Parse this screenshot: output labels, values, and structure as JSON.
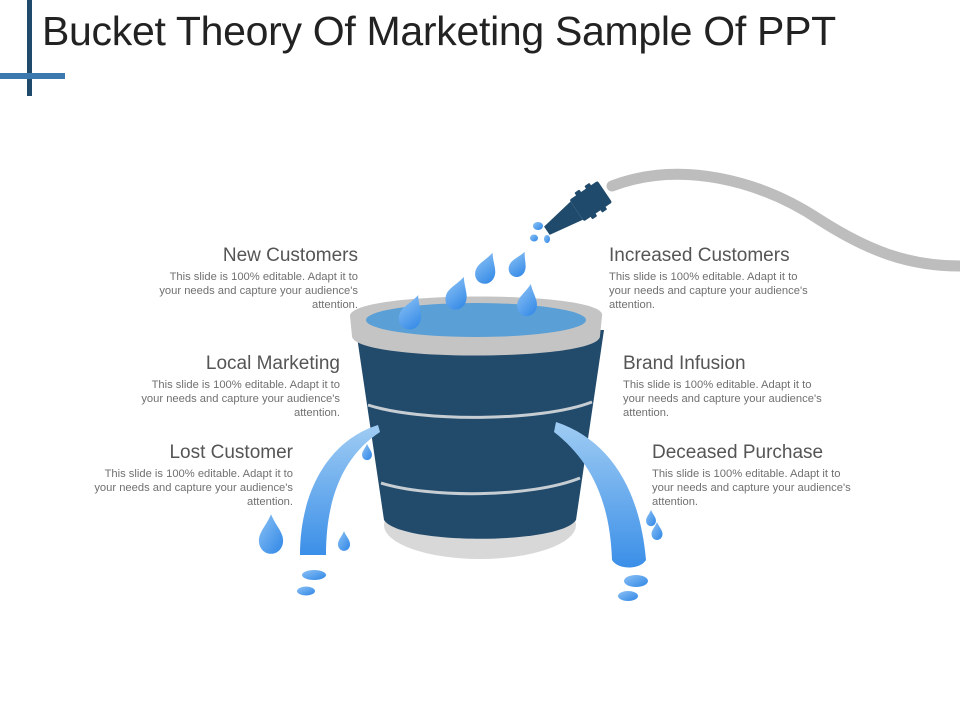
{
  "slide": {
    "title": "Bucket Theory Of Marketing Sample Of PPT"
  },
  "colors": {
    "bucket_body": "#224a6b",
    "bucket_rim": "#c4c4c4",
    "water_surface": "#5a9fd6",
    "droplet": "#4a96e8",
    "hose": "#bdbdbd",
    "nozzle": "#1f4a6b",
    "accent_line_dark": "#1f4a6b",
    "accent_line_light": "#3a78ad",
    "heading_text": "#555555",
    "body_text": "#707070"
  },
  "items": [
    {
      "id": "new-customers",
      "heading": "New Customers",
      "description": "This slide is 100% editable. Adapt it to your needs and capture your audience's attention."
    },
    {
      "id": "local-marketing",
      "heading": "Local Marketing",
      "description": "This slide is 100% editable. Adapt it to your needs and capture your audience's attention."
    },
    {
      "id": "lost-customer",
      "heading": "Lost Customer",
      "description": "This slide is 100% editable. Adapt it to your needs and capture your audience's attention."
    },
    {
      "id": "increased-customers",
      "heading": "Increased Customers",
      "description": "This slide is 100% editable. Adapt it to your needs and capture your audience's attention."
    },
    {
      "id": "brand-infusion",
      "heading": "Brand Infusion",
      "description": "This slide is 100% editable. Adapt it to your needs and capture your audience's attention."
    },
    {
      "id": "deceased-purchase",
      "heading": "Deceased Purchase",
      "description": "This slide is 100% editable. Adapt it to your needs and capture your audience's attention."
    }
  ],
  "icons": [
    "hose-icon",
    "nozzle-icon",
    "bucket-icon",
    "water-droplet-icon",
    "leak-stream-icon"
  ]
}
